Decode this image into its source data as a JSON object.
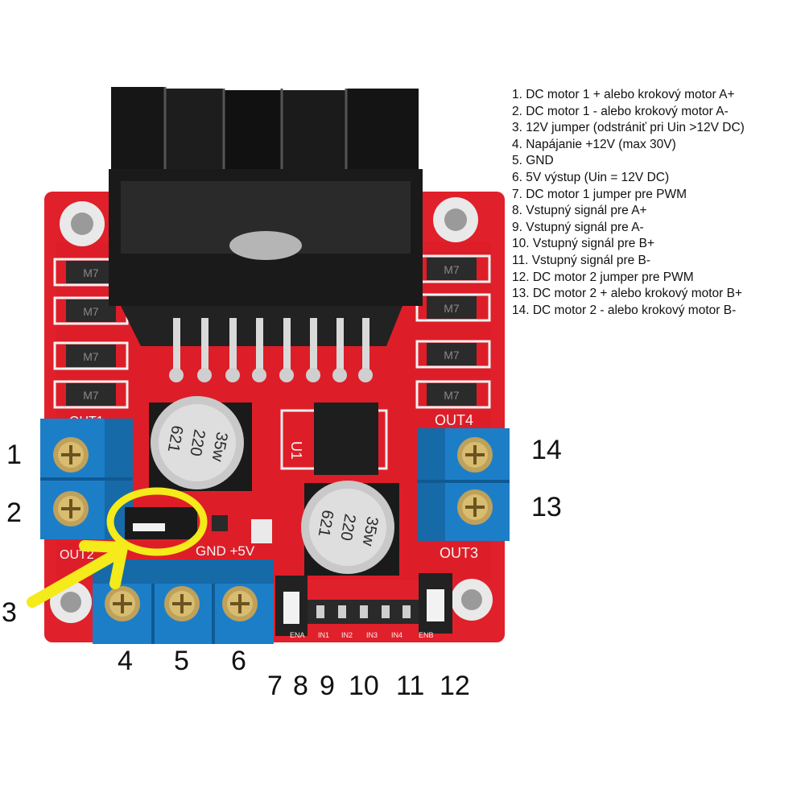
{
  "legend": [
    "1. DC motor 1 + alebo krokový motor A+",
    "2. DC motor 1 -  alebo krokový motor A-",
    "3. 12V jumper (odstrániť pri Uin >12V DC)",
    "4. Napájanie +12V (max 30V)",
    "5. GND",
    "6. 5V výstup (Uin = 12V DC)",
    "7. DC motor 1 jumper pre PWM",
    "8. Vstupný signál pre A+",
    "9. Vstupný signál pre A-",
    "10. Vstupný signál pre B+",
    "11. Vstupný signál pre B-",
    "12. DC motor 2 jumper pre PWM",
    "13. DC motor 2 + alebo krokový motor B+",
    "14. DC motor 2 -  alebo krokový motor B-"
  ],
  "callouts": [
    "1",
    "2",
    "3",
    "4",
    "5",
    "6",
    "7",
    "8",
    "9",
    "10",
    "11",
    "12",
    "13",
    "14"
  ],
  "board": {
    "silkscreen": {
      "out1": "OUT1",
      "out2": "OUT2",
      "out3": "OUT3",
      "out4": "OUT4",
      "u1": "U1",
      "gnd_5v": "GND +5V",
      "pins": [
        "ENA",
        "IN1",
        "IN2",
        "IN3",
        "IN4",
        "ENB"
      ]
    },
    "capacitor_text": [
      "35w",
      "220",
      "621"
    ],
    "diode_marking": "M7",
    "colors": {
      "pcb": "#e0202a",
      "terminal": "#1c7fc7",
      "heatsink": "#151515",
      "highlight": "#f5ea1a"
    }
  }
}
